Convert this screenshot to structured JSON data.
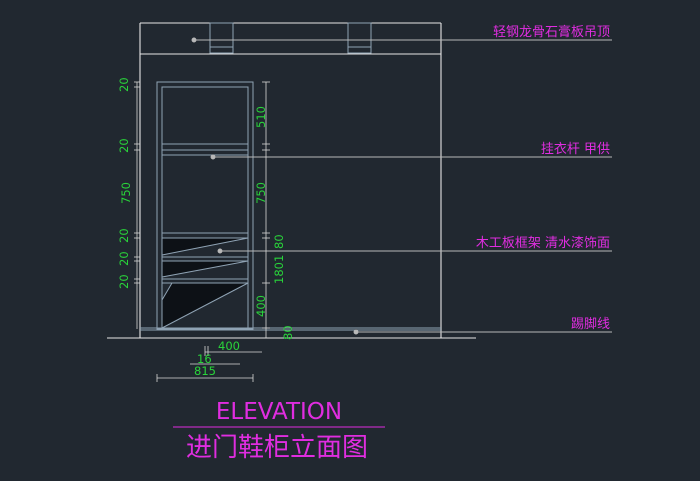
{
  "colors": {
    "background": "#212830",
    "outline": "#e6e6e6",
    "cabinet": "#8fa3b4",
    "dimension": "#29d43a",
    "annotation": "#e02de0",
    "leader": "#b8b8b8",
    "dark_fill": "#0d1116"
  },
  "title": {
    "en": "ELEVATION",
    "cn": "进门鞋柜立面图"
  },
  "annotations": [
    {
      "id": "ceiling",
      "text": "轻钢龙骨石膏板吊顶"
    },
    {
      "id": "rod",
      "text": "挂衣杆 甲供"
    },
    {
      "id": "frame",
      "text": "木工板框架 清水漆饰面"
    },
    {
      "id": "skirting",
      "text": "踢脚线"
    }
  ],
  "dimensions": {
    "left_col": [
      "20",
      "20",
      "750",
      "20",
      "20",
      "20"
    ],
    "right_col": [
      "510",
      "750",
      "1801",
      "80",
      "400",
      "80"
    ],
    "bottom": [
      "400",
      "16",
      "815"
    ]
  }
}
